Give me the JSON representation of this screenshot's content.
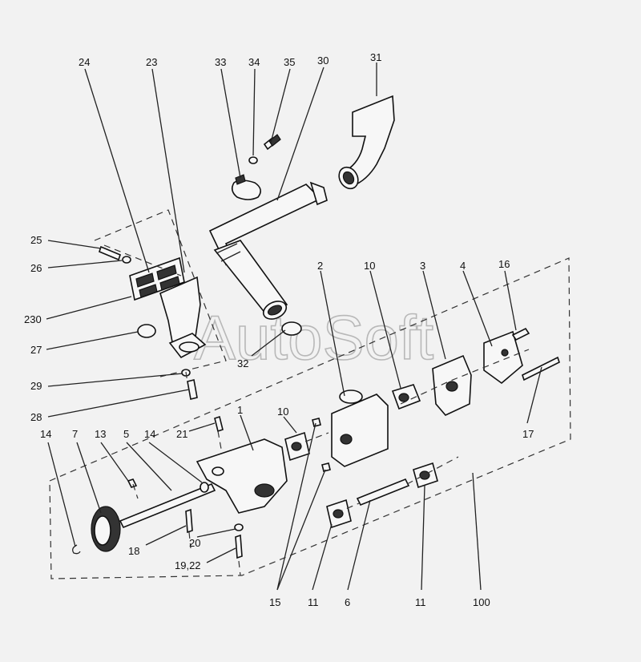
{
  "watermark": "AutoSoft",
  "callouts": [
    {
      "id": "c24",
      "text": "24"
    },
    {
      "id": "c23",
      "text": "23"
    },
    {
      "id": "c33",
      "text": "33"
    },
    {
      "id": "c34",
      "text": "34"
    },
    {
      "id": "c35",
      "text": "35"
    },
    {
      "id": "c30",
      "text": "30"
    },
    {
      "id": "c31",
      "text": "31"
    },
    {
      "id": "c25",
      "text": "25"
    },
    {
      "id": "c26",
      "text": "26"
    },
    {
      "id": "c230",
      "text": "230"
    },
    {
      "id": "c27",
      "text": "27"
    },
    {
      "id": "c29",
      "text": "29"
    },
    {
      "id": "c28",
      "text": "28"
    },
    {
      "id": "c32",
      "text": "32"
    },
    {
      "id": "c2",
      "text": "2"
    },
    {
      "id": "c10a",
      "text": "10"
    },
    {
      "id": "c3",
      "text": "3"
    },
    {
      "id": "c4",
      "text": "4"
    },
    {
      "id": "c16",
      "text": "16"
    },
    {
      "id": "c17",
      "text": "17"
    },
    {
      "id": "c10b",
      "text": "10"
    },
    {
      "id": "c1",
      "text": "1"
    },
    {
      "id": "c21",
      "text": "21"
    },
    {
      "id": "c14a",
      "text": "14"
    },
    {
      "id": "c7",
      "text": "7"
    },
    {
      "id": "c13",
      "text": "13"
    },
    {
      "id": "c5",
      "text": "5"
    },
    {
      "id": "c14b",
      "text": "14"
    },
    {
      "id": "c18",
      "text": "18"
    },
    {
      "id": "c20",
      "text": "20"
    },
    {
      "id": "c1922",
      "text": "19,22"
    },
    {
      "id": "c15",
      "text": "15"
    },
    {
      "id": "c11a",
      "text": "11"
    },
    {
      "id": "c6",
      "text": "6"
    },
    {
      "id": "c11b",
      "text": "11"
    },
    {
      "id": "c100",
      "text": "100"
    }
  ]
}
